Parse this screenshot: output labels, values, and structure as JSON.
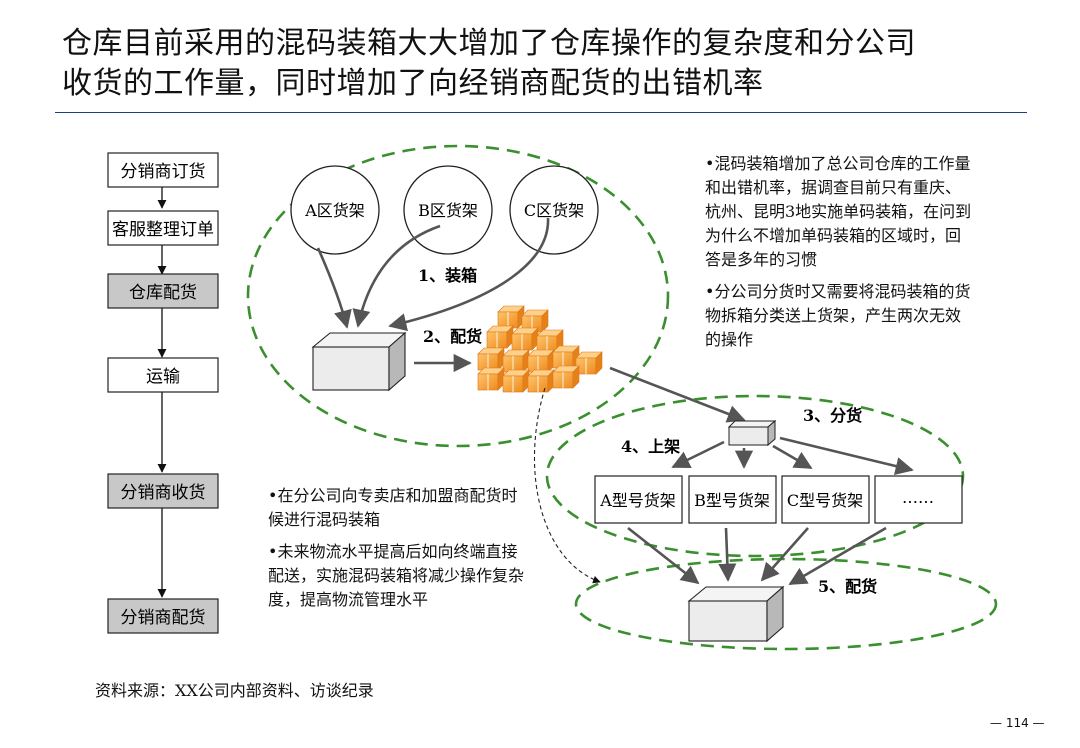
{
  "title": {
    "line1": "仓库目前采用的混码装箱大大增加了仓库操作的复杂度和分公司",
    "line2": "收货的工作量，同时增加了向经销商配货的出错机率"
  },
  "process": {
    "steps": [
      "分销商订货",
      "客服整理订单",
      "仓库配货",
      "运输",
      "分销商收货",
      "分销商配货"
    ]
  },
  "warehouse": {
    "shelves": [
      "A区货架",
      "B区货架",
      "C区货架"
    ],
    "step1": "1、装箱",
    "step2": "2、配货"
  },
  "branch": {
    "step3": "3、分货",
    "step4": "4、上架",
    "shelves": [
      "A型号货架",
      "B型号货架",
      "C型号货架",
      "……"
    ],
    "step5": "5、配货"
  },
  "notes": {
    "right": [
      "混码装箱增加了总公司仓库的工作量和出错机率，据调查目前只有重庆、杭州、昆明3地实施单码装箱，在问到为什么不增加单码装箱的区域时，回答是多年的习惯",
      "分公司分货时又需要将混码装箱的货物拆箱分类送上货架，产生两次无效的操作"
    ],
    "bottom": [
      "在分公司向专卖店和加盟商配货时候进行混码装箱",
      "未来物流水平提高后如向终端直接配送，实施混码装箱将减少操作复杂度，提高物流管理水平"
    ]
  },
  "source": "资料来源：XX公司内部资料、访谈纪录",
  "page": "— 114 —",
  "colors": {
    "dashed_ellipse": "#3a8f2e",
    "highlight_box": "#c8c8c8",
    "title_rule": "#1f3f7a",
    "cartons": "#f39a2e"
  }
}
